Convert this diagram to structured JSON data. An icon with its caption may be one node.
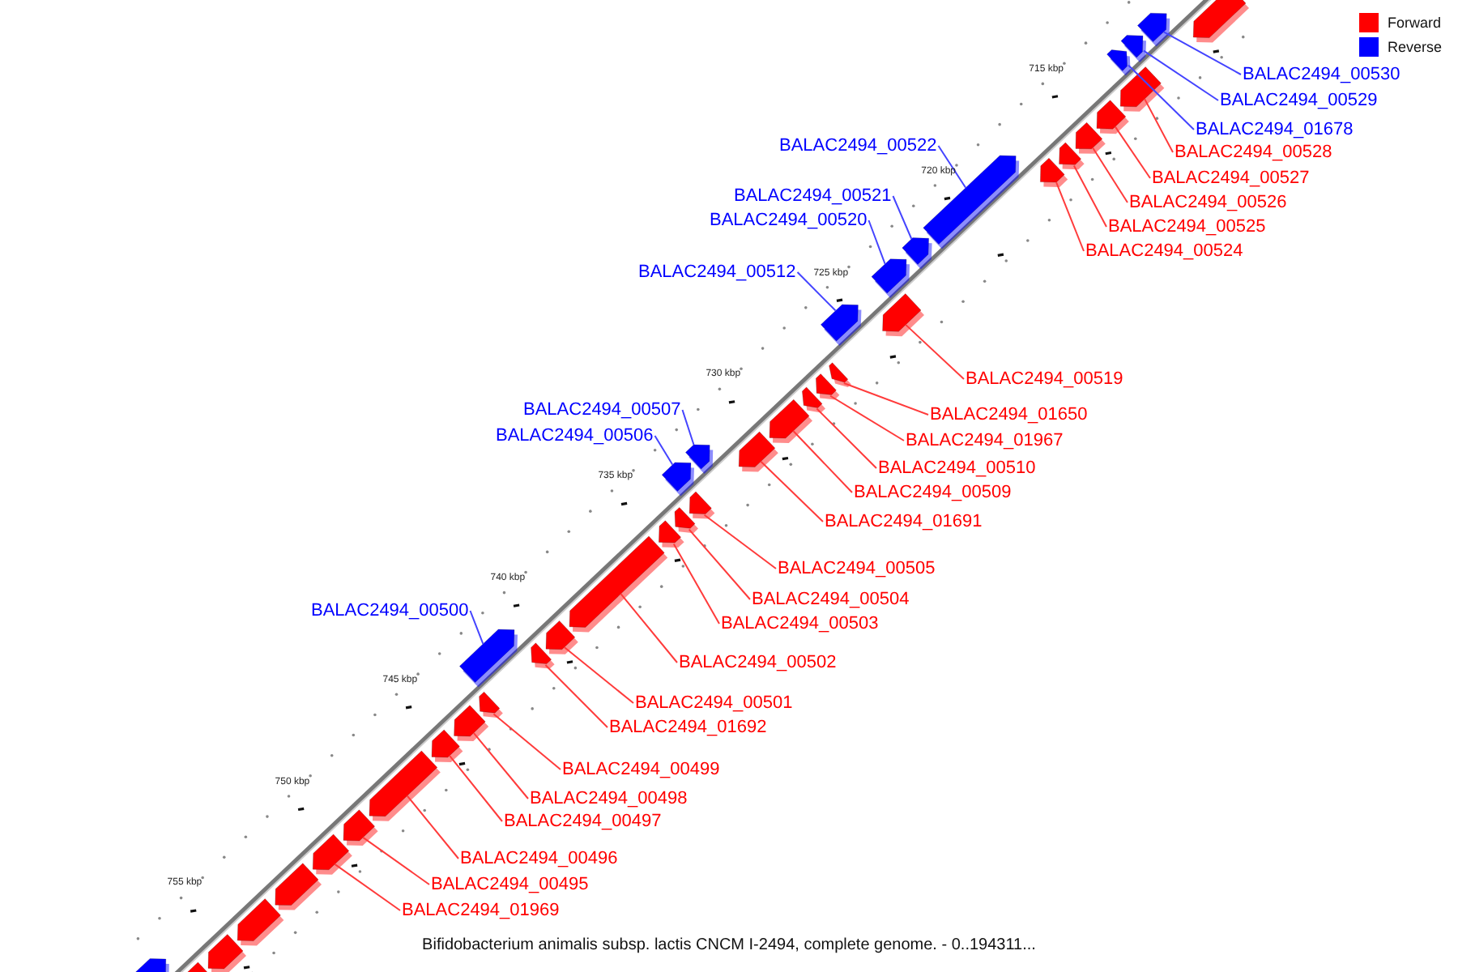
{
  "diagram": {
    "caption": "Bifidobacterium animalis subsp. lactis CNCM I-2494, complete genome. - 0..194311...",
    "nodes": [
      {
        "text": [
          "BALAC2494_00530"
        ]
      },
      {
        "text": [
          "BALAC2494_00529"
        ]
      },
      {
        "text": [
          "BALAC2494_01678"
        ]
      },
      {
        "text": [
          "BALAC2494_00528"
        ]
      },
      {
        "text": [
          "BALAC2494_00522"
        ]
      },
      {
        "text": [
          "BALAC2494_00527"
        ]
      },
      {
        "text": [
          "BALAC2494_00526"
        ]
      },
      {
        "text": [
          "BALAC2494_00521"
        ]
      },
      {
        "text": [
          "BALAC2494_00525"
        ]
      },
      {
        "text": [
          "BALAC2494_00520"
        ]
      },
      {
        "text": [
          "BALAC2494_00524"
        ]
      },
      {
        "text": [
          "BALAC2494_00512"
        ]
      },
      {
        "text": [
          "BALAC2494_00519"
        ]
      },
      {
        "text": [
          "BALAC2494_01650"
        ]
      },
      {
        "text": [
          "BALAC2494_00507"
        ]
      },
      {
        "text": [
          "BALAC2494_01967"
        ]
      },
      {
        "text": [
          "BALAC2494_00506"
        ]
      },
      {
        "text": [
          "BALAC2494_00510"
        ]
      },
      {
        "text": [
          "BALAC2494_00509"
        ]
      },
      {
        "text": [
          "BALAC2494_01691"
        ]
      },
      {
        "text": [
          "BALAC2494_00505"
        ]
      },
      {
        "text": [
          "BALAC2494_00504"
        ]
      },
      {
        "text": [
          "BALAC2494_00500"
        ]
      },
      {
        "text": [
          "BALAC2494_00503"
        ]
      },
      {
        "text": [
          "BALAC2494_00502"
        ]
      },
      {
        "text": [
          "BALAC2494_00501"
        ]
      },
      {
        "text": [
          "BALAC2494_01692"
        ]
      },
      {
        "text": [
          "BALAC2494_00499"
        ]
      },
      {
        "text": [
          "BALAC2494_00498"
        ]
      },
      {
        "text": [
          "BALAC2494_00497"
        ]
      },
      {
        "text": [
          "BALAC2494_00496"
        ]
      },
      {
        "text": [
          "BALAC2494_00495"
        ]
      },
      {
        "text": [
          "BALAC2494_01969"
        ]
      },
      {
        "text": [],
        "shape": "arrow"
      },
      {
        "text": [],
        "shape": "arrow"
      },
      {
        "text": [],
        "shape": "arrow"
      },
      {
        "text": [],
        "shape": "arrow"
      },
      {
        "text": [],
        "shape": "arrow"
      },
      {
        "text": [],
        "shape": "arrow"
      },
      {
        "text": [],
        "shape": "arrow"
      },
      {
        "text": [],
        "shape": "arrow"
      },
      {
        "text": [],
        "shape": "arrow"
      },
      {
        "text": [],
        "shape": "arrow"
      },
      {
        "text": [],
        "shape": "arrow"
      },
      {
        "text": [],
        "shape": "arrow"
      },
      {
        "text": [],
        "shape": "arrow"
      },
      {
        "text": [],
        "shape": "arrow"
      },
      {
        "text": [],
        "shape": "arrow"
      },
      {
        "text": [],
        "shape": "arrow"
      },
      {
        "text": [],
        "shape": "arrow"
      },
      {
        "text": [],
        "shape": "arrow"
      },
      {
        "text": [],
        "shape": "arrow"
      },
      {
        "text": [],
        "shape": "arrow"
      },
      {
        "text": [],
        "shape": "arrow"
      },
      {
        "text": [],
        "shape": "arrow"
      },
      {
        "text": [],
        "shape": "arrow"
      },
      {
        "text": [],
        "shape": "arrow"
      },
      {
        "text": [],
        "shape": "arrow"
      },
      {
        "text": [],
        "shape": "arrow"
      },
      {
        "text": [],
        "shape": "arrow"
      },
      {
        "text": [],
        "shape": "arrow"
      },
      {
        "text": [],
        "shape": "arrow"
      },
      {
        "text": [],
        "shape": "arrow"
      },
      {
        "text": [],
        "shape": "arrow"
      },
      {
        "text": [],
        "shape": "arrow"
      },
      {
        "text": [],
        "shape": "arrow"
      },
      {
        "text": [],
        "shape": "arrow"
      },
      {
        "text": [],
        "shape": "arrow"
      },
      {
        "text": [],
        "shape": "arrow"
      },
      {
        "text": [],
        "shape": "arrow"
      },
      {
        "text": [],
        "shape": "arrow"
      },
      {
        "text": [],
        "shape": "arrow"
      }
    ],
    "edges": [
      {
        "from": 0,
        "to": 33,
        "arrow": "none",
        "color": "#4444ff"
      },
      {
        "from": 1,
        "to": 34,
        "arrow": "none",
        "color": "#4444ff"
      },
      {
        "from": 2,
        "to": 35,
        "arrow": "none",
        "color": "#4444ff"
      },
      {
        "from": 3,
        "to": 36,
        "arrow": "none"
      },
      {
        "from": 4,
        "to": 37,
        "arrow": "none",
        "color": "#4444ff"
      },
      {
        "from": 5,
        "to": 38,
        "arrow": "none"
      },
      {
        "from": 6,
        "to": 39,
        "arrow": "none"
      },
      {
        "from": 7,
        "to": 40,
        "arrow": "none",
        "color": "#4444ff"
      },
      {
        "from": 8,
        "to": 41,
        "arrow": "none"
      },
      {
        "from": 9,
        "to": 42,
        "arrow": "none",
        "color": "#4444ff"
      },
      {
        "from": 10,
        "to": 43,
        "arrow": "none"
      },
      {
        "from": 11,
        "to": 44,
        "arrow": "none",
        "color": "#4444ff"
      },
      {
        "from": 12,
        "to": 45,
        "arrow": "none"
      },
      {
        "from": 13,
        "to": 46,
        "arrow": "none"
      },
      {
        "from": 14,
        "to": 47,
        "arrow": "none",
        "color": "#4444ff"
      },
      {
        "from": 15,
        "to": 48,
        "arrow": "none"
      },
      {
        "from": 16,
        "to": 49,
        "arrow": "none",
        "color": "#4444ff"
      },
      {
        "from": 17,
        "to": 50,
        "arrow": "none"
      },
      {
        "from": 18,
        "to": 51,
        "arrow": "none"
      },
      {
        "from": 19,
        "to": 52,
        "arrow": "none"
      },
      {
        "from": 20,
        "to": 53,
        "arrow": "none"
      },
      {
        "from": 21,
        "to": 54,
        "arrow": "none"
      },
      {
        "from": 22,
        "to": 55,
        "arrow": "none",
        "color": "#4444ff"
      },
      {
        "from": 23,
        "to": 56,
        "arrow": "none"
      },
      {
        "from": 24,
        "to": 57,
        "arrow": "none"
      },
      {
        "from": 25,
        "to": 58,
        "arrow": "none"
      },
      {
        "from": 26,
        "to": 59,
        "arrow": "none"
      },
      {
        "from": 27,
        "to": 60,
        "arrow": "none"
      },
      {
        "from": 28,
        "to": 61,
        "arrow": "none"
      },
      {
        "from": 29,
        "to": 62,
        "arrow": "none"
      },
      {
        "from": 30,
        "to": 63,
        "arrow": "none"
      },
      {
        "from": 31,
        "to": 64,
        "arrow": "none"
      },
      {
        "from": 32,
        "to": 65,
        "arrow": "none"
      }
    ],
    "labels": [
      "715 kbp",
      "720 kbp",
      "725 kbp",
      "730 kbp",
      "735 kbp",
      "740 kbp",
      "745 kbp",
      "750 kbp",
      "755 kbp"
    ],
    "legend": [
      {
        "text": "Forward",
        "color": "#ff0000"
      },
      {
        "text": "Reverse",
        "color": "#0000ff"
      }
    ]
  }
}
